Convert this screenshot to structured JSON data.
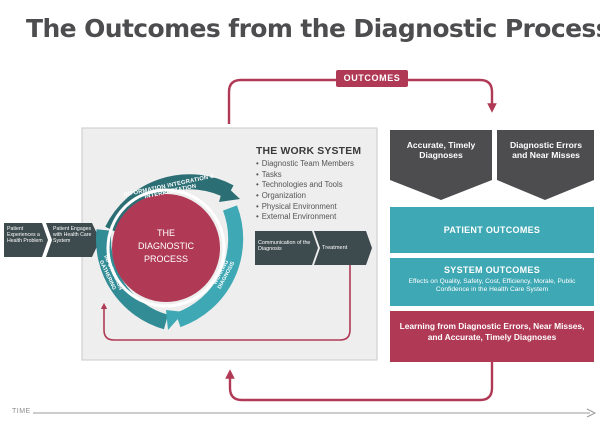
{
  "title": "The Outcomes from the Diagnostic Process",
  "outcomes_label": "OUTCOMES",
  "work_system": {
    "title": "THE WORK SYSTEM",
    "items": [
      "Diagnostic Team Members",
      "Tasks",
      "Technologies and Tools",
      "Organization",
      "Physical Environment",
      "External Environment"
    ]
  },
  "center": {
    "line1": "THE",
    "line2": "DIAGNOSTIC",
    "line3": "PROCESS"
  },
  "cycle": {
    "integration": "INFORMATION INTEGRATION & INTERPRETATION",
    "gathering": "INFORMATION GATHERING",
    "working_diagnosis": "WORKING DIAGNOSIS"
  },
  "flow": {
    "patient_experiences": "Patient Experiences a Health Problem",
    "patient_engages": "Patient Engages with Health Care System",
    "communication": "Communication of the Diagnosis",
    "treatment": "Treatment"
  },
  "outcomes": {
    "accurate": "Accurate, Timely Diagnoses",
    "errors": "Diagnostic Errors and Near Misses",
    "patient": "PATIENT OUTCOMES",
    "system_title": "SYSTEM OUTCOMES",
    "system_sub": "Effects on Quality, Safety, Cost, Efficiency, Morale, Public Confidence in the Health Care System",
    "learning": "Learning from Diagnostic Errors, Near Misses, and Accurate, Timely Diagnoses"
  },
  "time_label": "TIME",
  "colors": {
    "maroon": "#b03a55",
    "teal": "#3ea8b4",
    "dark_teal": "#2b6f75",
    "slate": "#3d4a4e",
    "gray_dark": "#4d4d4f",
    "panel": "#eeeeee"
  }
}
